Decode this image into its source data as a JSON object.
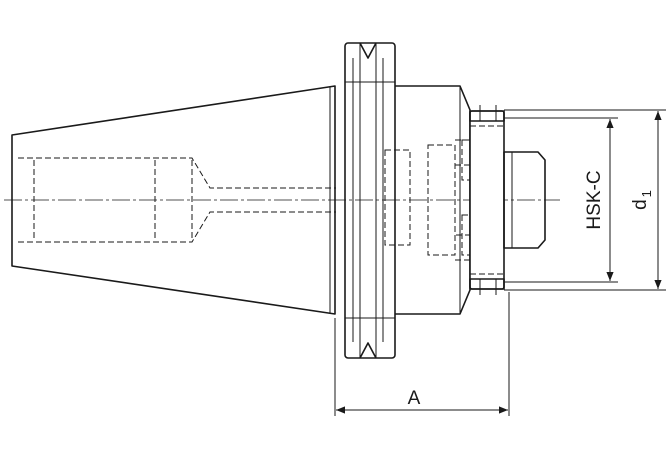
{
  "labels": {
    "dim_a": "A",
    "interface": "HSK-C",
    "diameter": "d",
    "diameter_sub": "1"
  }
}
